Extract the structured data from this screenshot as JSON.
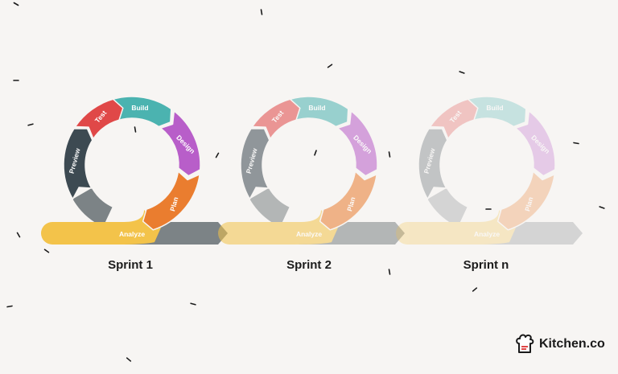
{
  "sprints": [
    {
      "title": "Sprint 1",
      "opacity": 1.0,
      "stages": [
        "Build",
        "Design",
        "Plan",
        "Preview",
        "Test"
      ],
      "bar_label": "Analyze"
    },
    {
      "title": "Sprint 2",
      "opacity": 0.55,
      "stages": [
        "Build",
        "Design",
        "Plan",
        "Preview",
        "Test"
      ],
      "bar_label": "Analyze"
    },
    {
      "title": "Sprint n",
      "opacity": 0.28,
      "stages": [
        "Build",
        "Design",
        "Plan",
        "Preview",
        "Test"
      ],
      "bar_label": "Analyze"
    }
  ],
  "colors": {
    "build": "#4bb3b0",
    "design": "#b85ec9",
    "plan": "#ea7d2f",
    "preview": "#3d4a52",
    "test": "#e04848",
    "analyze": "#f3c34a",
    "track": "#7c8386",
    "background": "#f7f5f3"
  },
  "brand": {
    "name": "Kitchen.co",
    "icon": "chef-hat-icon",
    "accent": "#e04848"
  }
}
